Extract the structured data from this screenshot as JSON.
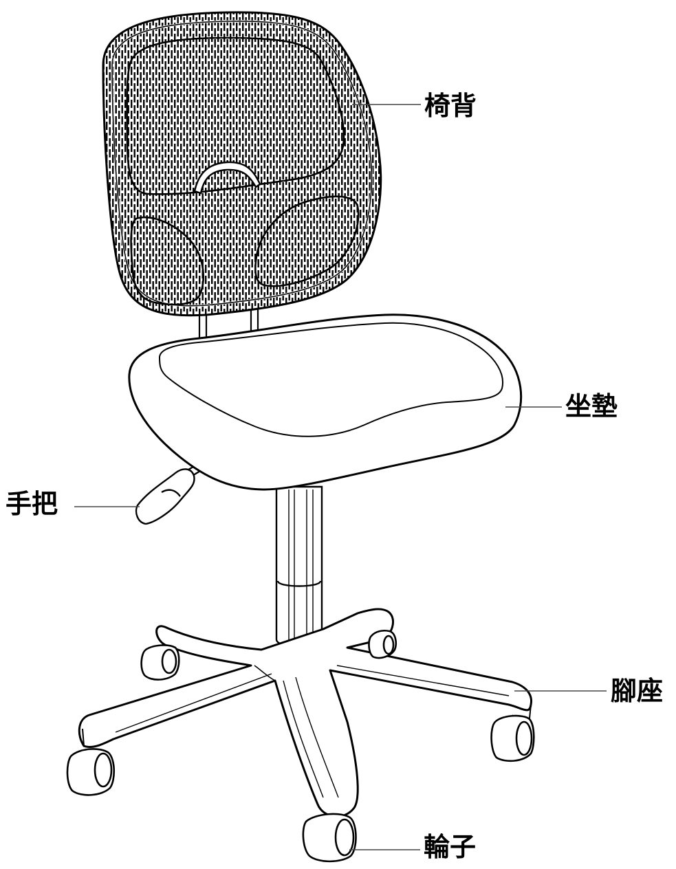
{
  "labels": {
    "backrest": "椅背",
    "seat": "坐墊",
    "handle": "手把",
    "base": "腳座",
    "wheel": "輪子"
  },
  "colors": {
    "stroke": "#000000",
    "mesh": "#000000",
    "fill": "#ffffff",
    "leader": "#444444"
  }
}
